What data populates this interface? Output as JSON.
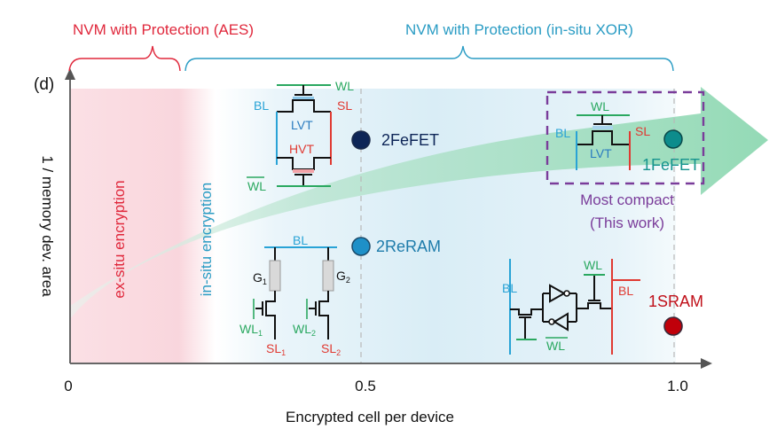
{
  "panel_label": "(d)",
  "headers": {
    "aes": "NVM with Protection (AES)",
    "xor": "NVM with Protection (in-situ XOR)"
  },
  "regions": {
    "ex_situ": "ex-situ encryption",
    "in_situ": "in-situ encryption"
  },
  "axes": {
    "xlabel": "Encrypted cell per device",
    "ylabel": "1 / memory dev. area",
    "xticks": [
      "0",
      "0.5",
      "1.0"
    ]
  },
  "colors": {
    "aes_red": "#e0283c",
    "xor_blue": "#2a9cc4",
    "wl_green": "#2aa860",
    "bl_blue": "#29a3d6",
    "sl_red": "#e03a32",
    "purple": "#7a3c9a",
    "arrow_green": "#8fd8b4"
  },
  "devices": [
    {
      "name": "2FeFET",
      "x": 0.5,
      "color": "#0d2557"
    },
    {
      "name": "2ReRAM",
      "x": 0.5,
      "color": "#1e90c8"
    },
    {
      "name": "1FeFET",
      "x": 1.0,
      "color": "#0d8c8c"
    },
    {
      "name": "1SRAM",
      "x": 1.0,
      "color": "#c0000a"
    }
  ],
  "circuits": {
    "fefet2": {
      "wl": "WL",
      "wlbar": "WL",
      "bl": "BL",
      "sl": "SL",
      "lvt": "LVT",
      "hvt": "HVT"
    },
    "reram2": {
      "bl": "BL",
      "g1": "G",
      "g1_sub": "1",
      "g2": "G",
      "g2_sub": "2",
      "wl1": "WL",
      "wl1_sub": "1",
      "wl2": "WL",
      "wl2_sub": "2",
      "sl1": "SL",
      "sl1_sub": "1",
      "sl2": "SL",
      "sl2_sub": "2"
    },
    "fefet1": {
      "wl": "WL",
      "bl": "BL",
      "sl": "SL",
      "lvt": "LVT"
    },
    "sram": {
      "bl": "BL",
      "blbar": "BL",
      "wl": "WL",
      "wlbar": "WL"
    }
  },
  "highlight": {
    "line1": "Most compact",
    "line2": "(This work)"
  }
}
